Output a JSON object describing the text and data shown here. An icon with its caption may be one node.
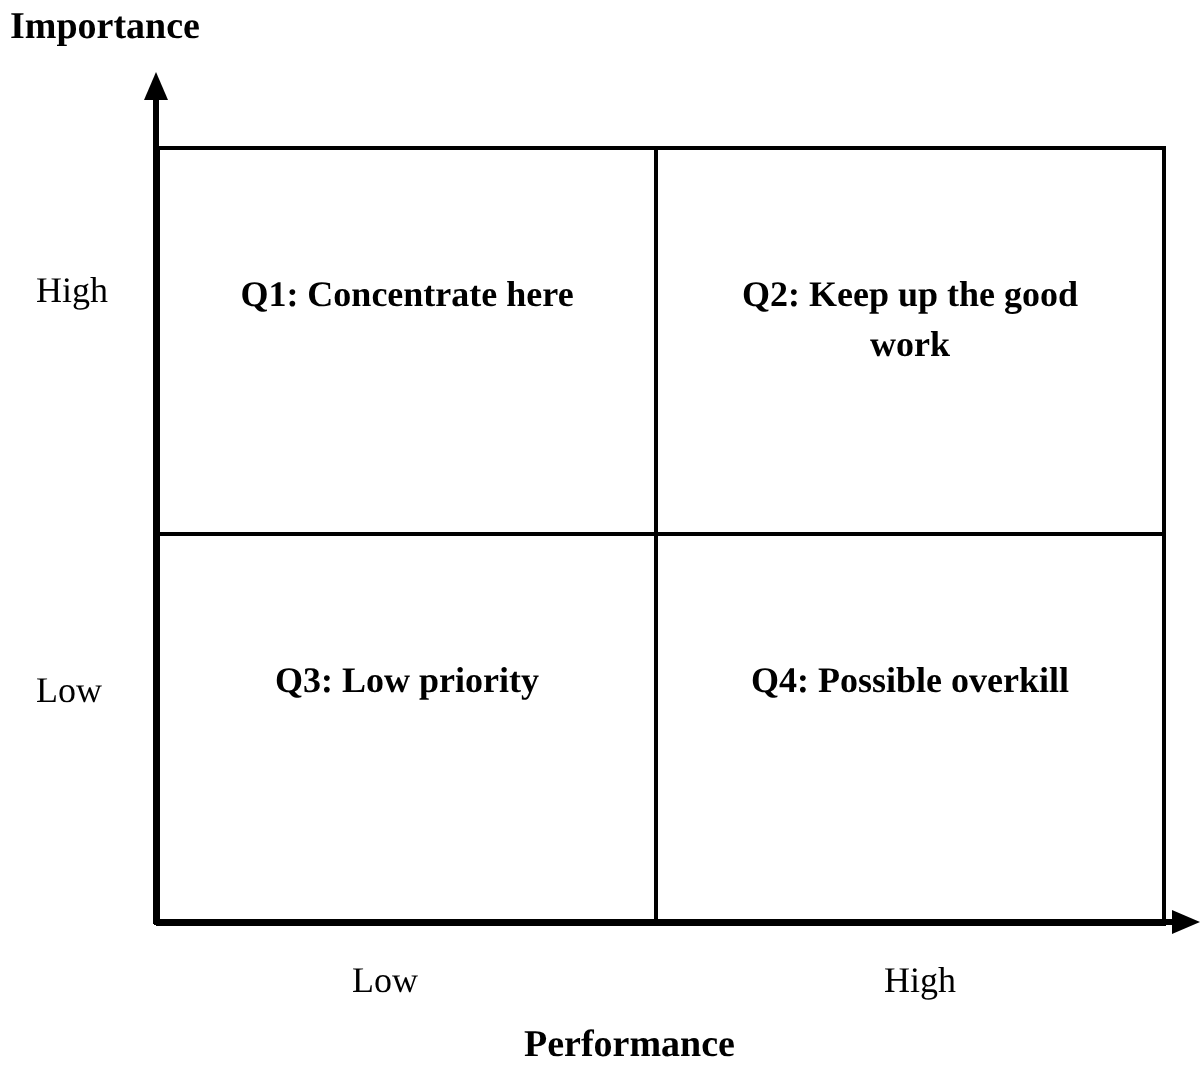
{
  "diagram": {
    "nodes": [
      {
        "text": [
          "Q1: Concentrate here"
        ]
      },
      {
        "text": [
          "Q2: Keep up the good work"
        ]
      },
      {
        "text": [
          "Q3: Low priority"
        ]
      },
      {
        "text": [
          "Q4: Possible overkill"
        ]
      }
    ],
    "labels": [
      "Importance",
      "High",
      "Low",
      "Low",
      "High",
      "Performance"
    ]
  }
}
